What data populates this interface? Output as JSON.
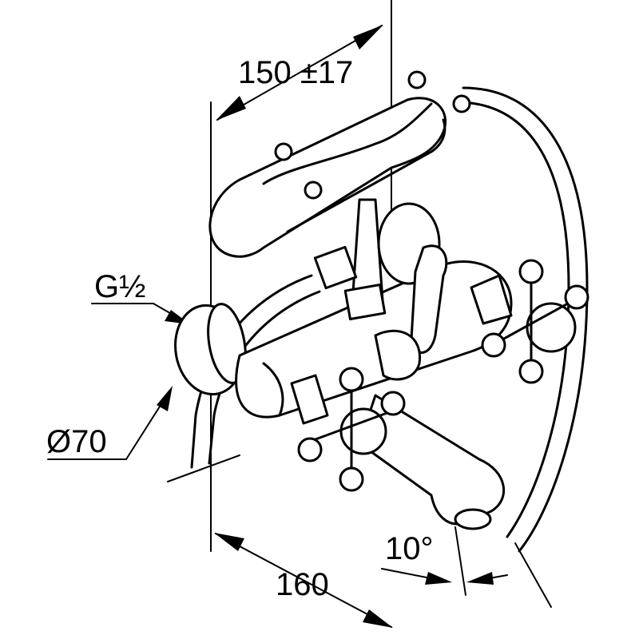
{
  "dimensions": {
    "top_width": "150 ±17",
    "thread": "G½",
    "rosette_diameter": "Ø70",
    "projection": "160",
    "spout_angle": "10°"
  }
}
